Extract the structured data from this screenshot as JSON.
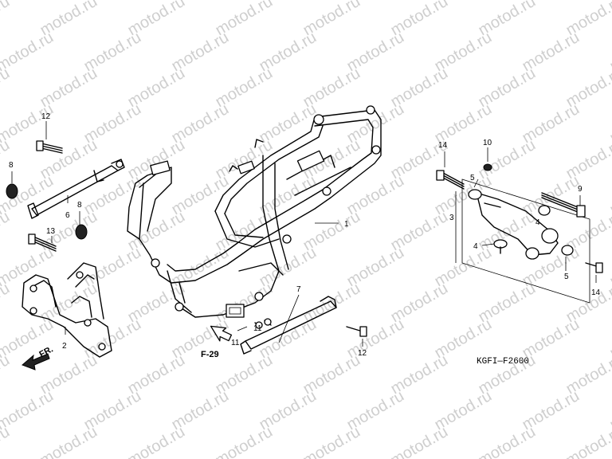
{
  "watermark": "motod.ru",
  "diagram_code": "KGFI—F2600",
  "ref_page": "F-29",
  "front_arrow_label": "FR.",
  "callouts": {
    "c1": "1",
    "c2": "2",
    "c3": "3",
    "c4a": "4",
    "c4b": "4",
    "c5a": "5",
    "c5b": "5",
    "c6": "6",
    "c7": "7",
    "c8a": "8",
    "c8b": "8",
    "c9": "9",
    "c10": "10",
    "c11a": "11",
    "c11b": "11",
    "c12a": "12",
    "c12b": "12",
    "c13": "13",
    "c14a": "14",
    "c14b": "14"
  }
}
